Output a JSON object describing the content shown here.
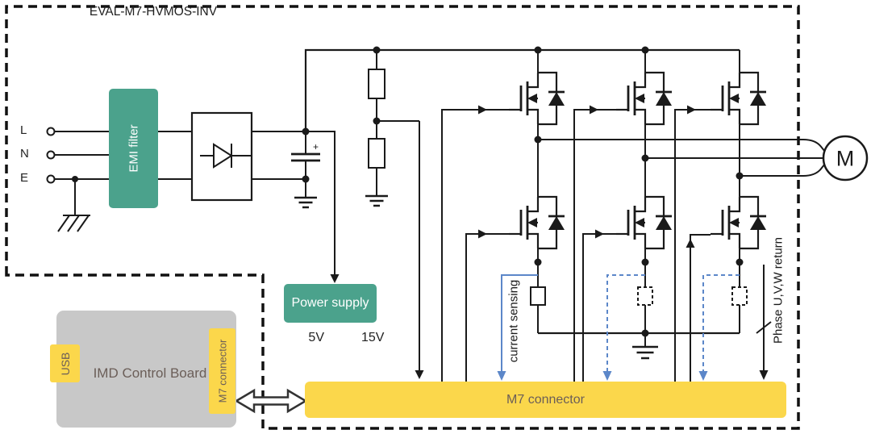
{
  "title": "EVAL-M7-HVMOS-INV",
  "terminals": {
    "l": "L",
    "n": "N",
    "e": "E"
  },
  "blocks": {
    "emi_filter": "EMI filter",
    "power_supply": "Power supply",
    "m7_connector_bar": "M7 connector",
    "imd_board": "IMD Control Board",
    "usb_tab": "USB",
    "m7_connector_tab": "M7 connector"
  },
  "labels": {
    "supply_5v": "5V",
    "supply_15v": "15V",
    "current_sensing": "current sensing",
    "phase_return": "Phase U,V,W return",
    "motor": "M",
    "cap_polarity": "+"
  },
  "colors": {
    "block_teal": "#4BA28C",
    "connector_yellow": "#FBD74B",
    "board_gray": "#C8C8C8",
    "sense_blue": "#5C87C9",
    "label_dark": "#6B5E58",
    "wire_black": "#1A1A1A"
  }
}
